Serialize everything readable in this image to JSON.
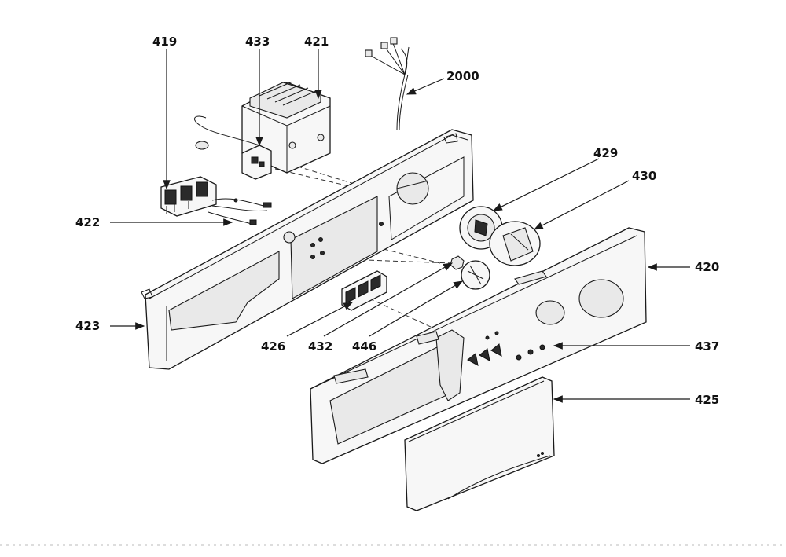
{
  "diagram": {
    "labels": {
      "p419": "419",
      "p433": "433",
      "p421": "421",
      "p2000": "2000",
      "p429": "429",
      "p430": "430",
      "p422": "422",
      "p420": "420",
      "p423": "423",
      "p426": "426",
      "p432": "432",
      "p446": "446",
      "p437": "437",
      "p425": "425"
    }
  }
}
